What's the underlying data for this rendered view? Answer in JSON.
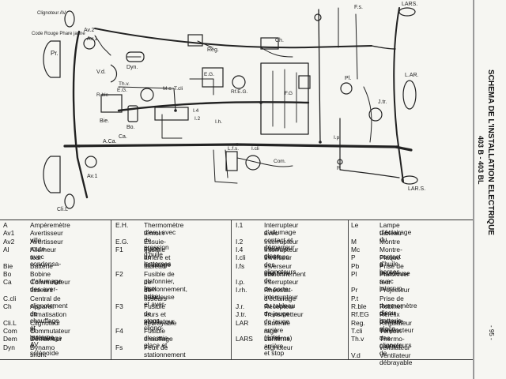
{
  "title": "SCHEMA DE L'INSTALLATION ELECTRIQUE",
  "subtitle": "403 B - 403 BL",
  "page_number": "- 95 -",
  "diagram_labels": {
    "clig_top": "Clignoteur AV",
    "head_l": "Code Rouge Phare jaune",
    "pr_l": "Pr.",
    "av2": "Av.2",
    "av1_top": "Av.1",
    "dyn": "Dyn.",
    "reg": "Rég.",
    "fs": "F.s.",
    "lars_top": "LARS.",
    "lar": "L.AR.",
    "vd": "V.d.",
    "ch": "Ch.",
    "thv": "Th.v.",
    "eg_box": "E.G.",
    "eg_small": "E.G.",
    "mc": "M.c.",
    "tcli": "T.cli",
    "rble": "R.ble",
    "rf_eg": "Rf.E.G.",
    "pl": "Pl.",
    "jtr": "J.tr.",
    "bie": "Bie.",
    "bo": "Bo.",
    "ca": "Ca.",
    "acca": "A.Ca.",
    "i4": "I.4",
    "i2": "I.2",
    "ih": "I.h.",
    "icli": "I.cli",
    "ip": "I.p.",
    "fg": "F.G",
    "lfs": "L.f.s.",
    "com": "Com.",
    "p_l": "P.",
    "av1": "Av.1",
    "clil": "Cli.L",
    "lars_bot": "LAR.S."
  },
  "legend": {
    "col1": [
      {
        "code": "A",
        "desc": "Ampèremètre"
      },
      {
        "code": "Av1",
        "desc": "Avertisseur ville"
      },
      {
        "code": "Av2",
        "desc": "Avertisseur route"
      },
      {
        "code": "Al",
        "desc": "Allumeur avec condensa-"
      },
      {
        "code": "",
        "desc": "teur"
      },
      {
        "code": "Bie",
        "desc": "Batterie"
      },
      {
        "code": "Bo",
        "desc": "Bobine d'allumage"
      },
      {
        "code": "Ca",
        "desc": "Commutateur des aver-"
      },
      {
        "code": "",
        "desc": "tisseurs"
      },
      {
        "code": "C.cli",
        "desc": "Central de clignotement"
      },
      {
        "code": "Ch",
        "desc": "Appareil de chauffage et"
      },
      {
        "code": "",
        "desc": "climatisation"
      },
      {
        "code": "Cli.L",
        "desc": "Clignoteur et lanterne AV"
      },
      {
        "code": "Com",
        "desc": "Commutateur d'éclairage"
      },
      {
        "code": "Dem",
        "desc": "Démarreur à solénoïde"
      },
      {
        "code": "Dyn",
        "desc": "Dynamo shunt"
      }
    ],
    "col2": [
      {
        "code": "E.H.",
        "desc": "Thermomètre d'eau avec"
      },
      {
        "code": "",
        "desc": "témoin de pression d'huile"
      },
      {
        "code": "E.G.",
        "desc": "Essuie-glace"
      },
      {
        "code": "F1",
        "desc": "Fusible de lanternes"
      },
      {
        "code": "",
        "desc": "arrière et éclairage"
      },
      {
        "code": "",
        "desc": "tableau"
      },
      {
        "code": "F2",
        "desc": "Fusible de plafonnier, feux"
      },
      {
        "code": "",
        "desc": "de stationnement, prise"
      },
      {
        "code": "",
        "desc": "de baladeuse et aver-"
      },
      {
        "code": "",
        "desc": "tisseurs"
      },
      {
        "code": "F3",
        "desc": "Fusible de stops, cligno-"
      },
      {
        "code": "",
        "desc": "teurs et ventilateur"
      },
      {
        "code": "",
        "desc": "débrayable"
      },
      {
        "code": "F4",
        "desc": "Fusible d'essuie-glace et"
      },
      {
        "code": "",
        "desc": "chauffage"
      },
      {
        "code": "Fs",
        "desc": "Feux de stationnement"
      }
    ],
    "col3": [
      {
        "code": "I.1",
        "desc": "Interrupteur d'allumage"
      },
      {
        "code": "",
        "desc": "avec contact et démarreur"
      },
      {
        "code": "I.2",
        "desc": "Interrupteur d'essuie-glace"
      },
      {
        "code": "I.4",
        "desc": "Interrupteur de stops"
      },
      {
        "code": "I.cli",
        "desc": "Inverseur des clignoteurs"
      },
      {
        "code": "I.fs",
        "desc": "Inverseur des feux de"
      },
      {
        "code": "",
        "desc": "stationnement"
      },
      {
        "code": "I.p.",
        "desc": "Interrupteur de porte"
      },
      {
        "code": "I.rh.",
        "desc": "Rhéostat-interrupteur"
      },
      {
        "code": "",
        "desc": "d'éclairage du tableau"
      },
      {
        "code": "J.r.",
        "desc": "Récepteur de jauge"
      },
      {
        "code": "J.tr.",
        "desc": "Transmetteur de jauge"
      },
      {
        "code": "LAR",
        "desc": "Lanterne arrière (éclai-"
      },
      {
        "code": "",
        "desc": "rage numéros)"
      },
      {
        "code": "LARS",
        "desc": "Lanterne arrière et stop"
      },
      {
        "code": "",
        "desc": "clignoteur"
      }
    ],
    "col4": [
      {
        "code": "Le",
        "desc": "Lampe d'éclairage du"
      },
      {
        "code": "",
        "desc": "tableau"
      },
      {
        "code": "M",
        "desc": "Montre"
      },
      {
        "code": "Mc",
        "desc": "Montre-contact d'huile"
      },
      {
        "code": "P",
        "desc": "Plaque à bornes"
      },
      {
        "code": "Pb",
        "desc": "Prise de baladeuse"
      },
      {
        "code": "Pl",
        "desc": "Plafonnier avec interrup-"
      },
      {
        "code": "",
        "desc": "teur"
      },
      {
        "code": "Pr",
        "desc": "Projecteur"
      },
      {
        "code": "P.t",
        "desc": "Prise de thermomètre d'eau"
      },
      {
        "code": "R.ble",
        "desc": "Robinet de batterie"
      },
      {
        "code": "Rf.EG",
        "desc": "Reléfix d'essuie-glace"
      },
      {
        "code": "Reg.",
        "desc": "Régulateur conjoncteur"
      },
      {
        "code": "T.cli",
        "desc": "Témoin des clignoteurs"
      },
      {
        "code": "Th.v",
        "desc": "Thermo-contact de"
      },
      {
        "code": "",
        "desc": "ventilateur"
      },
      {
        "code": "V.d",
        "desc": "Ventilateur débrayable"
      }
    ]
  }
}
